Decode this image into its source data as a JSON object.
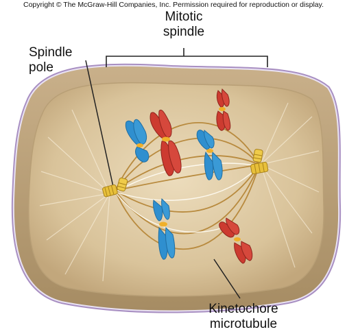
{
  "copyright": "Copyright © The McGraw-Hill Companies, Inc. Permission required for reproduction or display.",
  "labels": {
    "mitotic_spindle": [
      "Mitotic",
      "spindle"
    ],
    "spindle_pole": [
      "Spindle",
      "pole"
    ],
    "kinetochore_microtubule": [
      "Kinetochore",
      "microtubule"
    ]
  },
  "colors": {
    "cell_fill": "#d9c39a",
    "cell_edge": "#b39c74",
    "membrane": "#a88fc2",
    "microtubule": "#b88a3e",
    "centriole": "#e8c03a",
    "chromosome_red": "#cc3b30",
    "chromosome_blue": "#2f8fcf",
    "kinetochore": "#f0b02a"
  }
}
